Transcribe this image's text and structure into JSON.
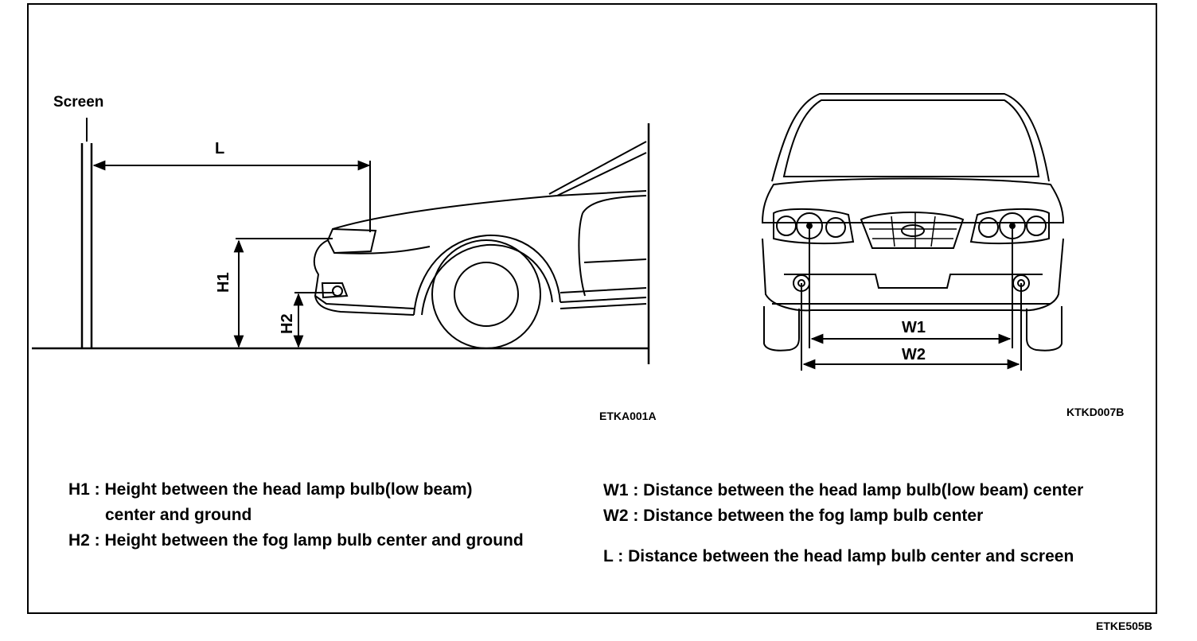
{
  "diagram": {
    "screen_label": "Screen",
    "L_label": "L",
    "H1_label": "H1",
    "H2_label": "H2",
    "W1_label": "W1",
    "W2_label": "W2",
    "fig_code_side": "ETKA001A",
    "fig_code_front": "KTKD007B",
    "fig_code_page": "ETKE505B"
  },
  "legend": {
    "h1_line1": "H1 : Height between the head lamp bulb(low beam)",
    "h1_line2": "center and ground",
    "h2": "H2 : Height between the fog lamp bulb center and ground",
    "w1": "W1 : Distance between the head lamp bulb(low beam) center",
    "w2": "W2 : Distance between the fog lamp bulb center",
    "l": "L : Distance between the head lamp bulb center and screen"
  }
}
